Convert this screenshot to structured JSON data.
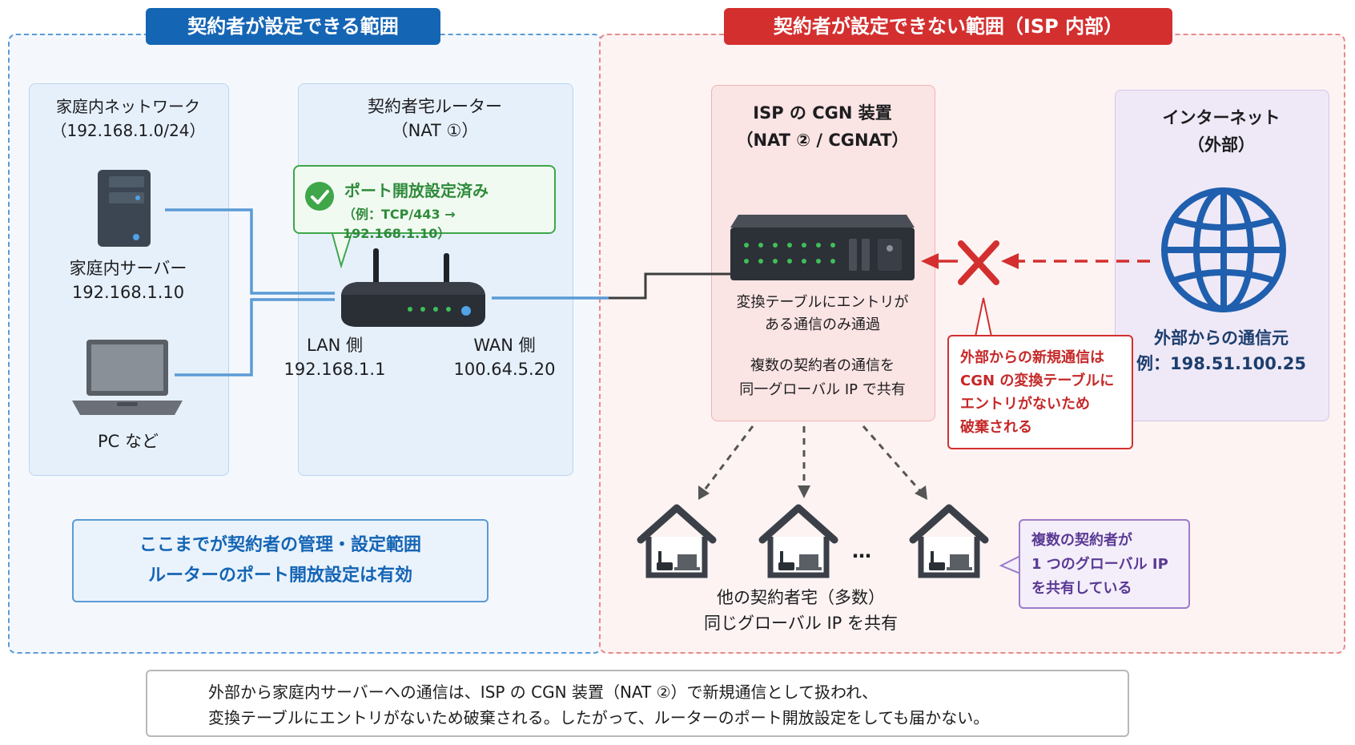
{
  "banners": {
    "left": "契約者が設定できる範囲",
    "right": "契約者が設定できない範囲（ISP 内部）"
  },
  "home_network": {
    "title_line1": "家庭内ネットワーク",
    "title_line2": "（192.168.1.0/24）",
    "server_label": "家庭内サーバー",
    "server_ip": "192.168.1.10",
    "pc_label": "PC など"
  },
  "router": {
    "title_line1": "契約者宅ルーター",
    "title_line2": "（NAT ①）",
    "callout_title": "ポート開放設定済み",
    "callout_detail": "（例：TCP/443 → 192.168.1.10）",
    "lan_label": "LAN 側",
    "lan_ip": "192.168.1.1",
    "wan_label": "WAN 側",
    "wan_ip": "100.64.5.20"
  },
  "cgn": {
    "title_line1": "ISP の CGN 装置",
    "title_line2": "（NAT ② / CGNAT）",
    "desc1_line1": "変換テーブルにエントリが",
    "desc1_line2": "ある通信のみ通過",
    "desc2_line1": "複数の契約者の通信を",
    "desc2_line2": "同一グローバル IP で共有"
  },
  "internet": {
    "title_line1": "インターネット",
    "title_line2": "（外部）",
    "source_label": "外部からの通信元",
    "source_example": "例：198.51.100.25"
  },
  "drop_callout": {
    "line1": "外部からの新規通信は",
    "line2": "CGN の変換テーブルに",
    "line3": "エントリがないため",
    "line4": "破棄される"
  },
  "other_homes": {
    "ellipsis": "…",
    "label_line1": "他の契約者宅（多数）",
    "label_line2": "同じグローバル IP を共有"
  },
  "shared_callout": {
    "line1": "複数の契約者が",
    "line2": "1 つのグローバル IP",
    "line3": "を共有している"
  },
  "scope_note": {
    "line1": "ここまでが契約者の管理・設定範囲",
    "line2": "ルーターのポート開放設定は有効"
  },
  "summary": {
    "line1": "外部から家庭内サーバーへの通信は、ISP の CGN 装置（NAT ②）で新規通信として扱われ、",
    "line2": "変換テーブルにエントリがないため破棄される。したがって、ルーターのポート開放設定をしても届かない。"
  },
  "colors": {
    "blue_accent": "#1565b5",
    "red_accent": "#d32f2f",
    "green_accent": "#3fa64a",
    "purple_accent": "#9c7cc9"
  }
}
